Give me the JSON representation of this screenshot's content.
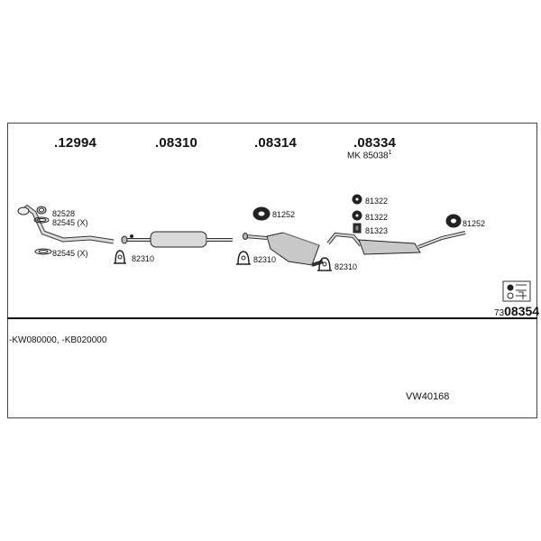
{
  "parts": {
    "p1": "12994",
    "p2": "08310",
    "p3": "08314",
    "p4": "08334",
    "mk_prefix": "MK",
    "mk_number": "85038",
    "mk_sup": "1"
  },
  "labels": {
    "l82528": "82528",
    "l82545a": "82545 (X)",
    "l82545b": "82545 (X)",
    "l82310a": "82310",
    "l82310b": "82310",
    "l82310c": "82310",
    "l81252a": "81252",
    "l81252b": "81252",
    "l81322a": "81322",
    "l81322b": "81322",
    "l81323": "81323"
  },
  "kit": {
    "prefix": "73",
    "number": "08354"
  },
  "notes": "-KW080000, -KB020000",
  "reference": "VW40168"
}
